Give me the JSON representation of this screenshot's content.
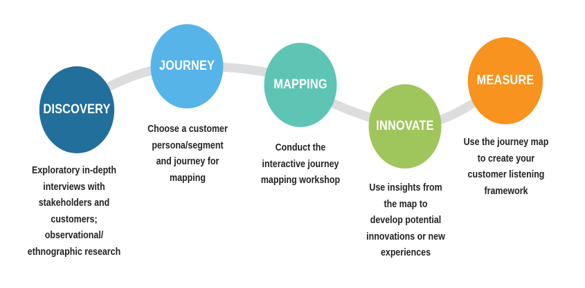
{
  "colors": {
    "connector": "#dcdddf",
    "text": "#231f20"
  },
  "stages": [
    {
      "id": "discovery",
      "title": "DISCOVERY",
      "color": "#226f9c",
      "description": "Exploratory in-depth\ninterviews with\nstakeholders and\ncustomers;\nobservational/\nethnographic research"
    },
    {
      "id": "journey",
      "title": "JOURNEY",
      "color": "#56b4e8",
      "description": "Choose a customer\npersona/segment\nand journey for\nmapping"
    },
    {
      "id": "mapping",
      "title": "MAPPING",
      "color": "#5ec5b5",
      "description": "Conduct the\ninteractive journey\nmapping workshop"
    },
    {
      "id": "innovate",
      "title": "INNOVATE",
      "color": "#9fc65c",
      "description": "Use insights from\nthe map to\ndevelop potential\ninnovations or new\nexperiences"
    },
    {
      "id": "measure",
      "title": "MEASURE",
      "color": "#f7931e",
      "description": "Use the journey map\nto create your\ncustomer listening\nframework"
    }
  ]
}
